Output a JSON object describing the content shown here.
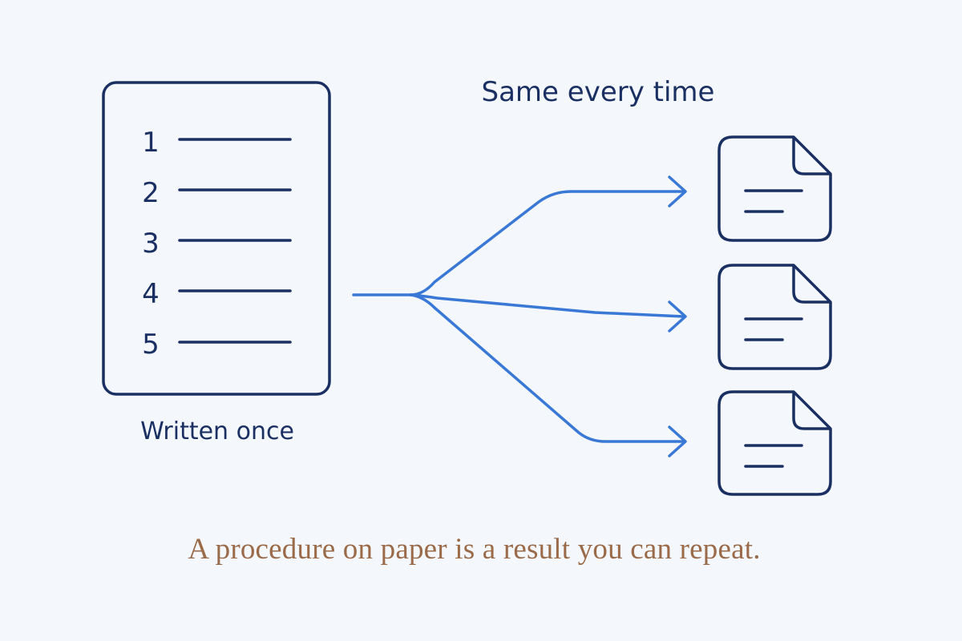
{
  "procedure": {
    "steps": [
      "1",
      "2",
      "3",
      "4",
      "5"
    ],
    "label": "Written once"
  },
  "outputs": {
    "label": "Same every time",
    "count": 3
  },
  "caption": "A procedure on paper is a result you can repeat.",
  "colors": {
    "background": "#f4f8fc",
    "ink": "#1a2f62",
    "arrow": "#3a78d6",
    "caption": "#9a6a49"
  },
  "icons": {
    "procedure": "numbered-list-document-icon",
    "output": "document-icon",
    "arrowhead": "chevron-right-icon"
  }
}
